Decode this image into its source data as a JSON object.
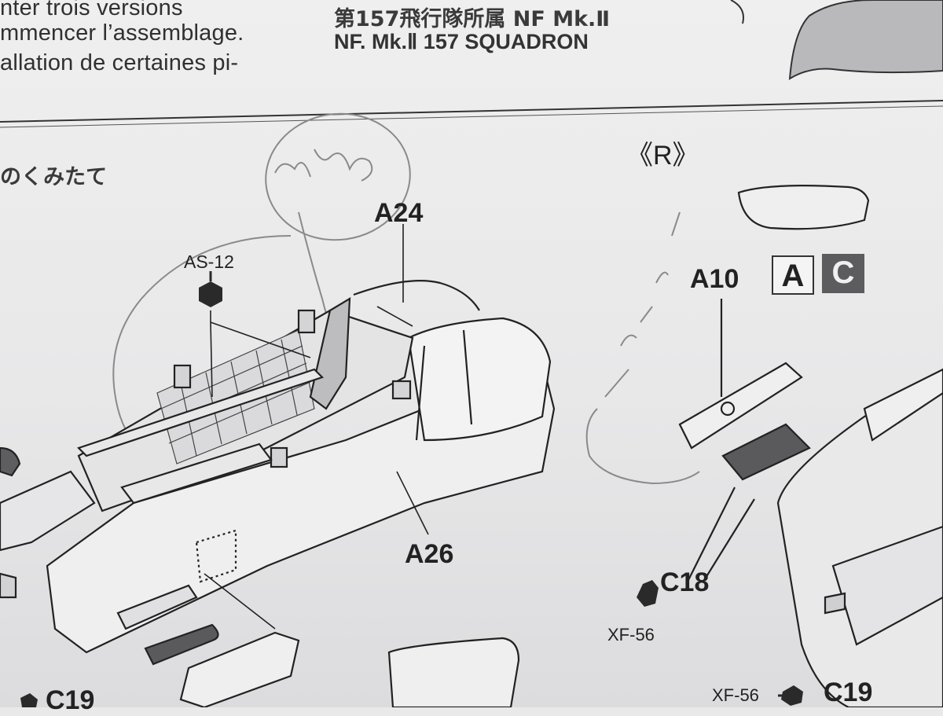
{
  "header": {
    "fr_line1": "nter trois versions",
    "fr_line2": "mmencer l’assemblage.",
    "fr_line3": "allation de certaines pi-",
    "jp_title": "第157飛行隊所属 NF Mk.Ⅱ",
    "en_title": "NF. Mk.Ⅱ 157 SQUADRON"
  },
  "step": {
    "jp_heading": "のくみたて",
    "variant_marker": "《R》"
  },
  "parts": {
    "a24": "A24",
    "as12": "AS-12",
    "a26": "A26",
    "a10": "A10",
    "c18": "C18",
    "c19_right": "C19",
    "c19_left": "C19"
  },
  "badges": {
    "a": "A",
    "c": "C"
  },
  "paints": {
    "xf56_mid": "XF-56",
    "xf56_right": "XF-56"
  },
  "colors": {
    "paper": "#ececed",
    "ink": "#2a2a2a",
    "badge_c_fill": "#5c5c5e",
    "pencil": "#8a8a8a"
  },
  "icons": [
    "hex-bolt-icon",
    "paint-drop-icon",
    "arrow-icon"
  ]
}
